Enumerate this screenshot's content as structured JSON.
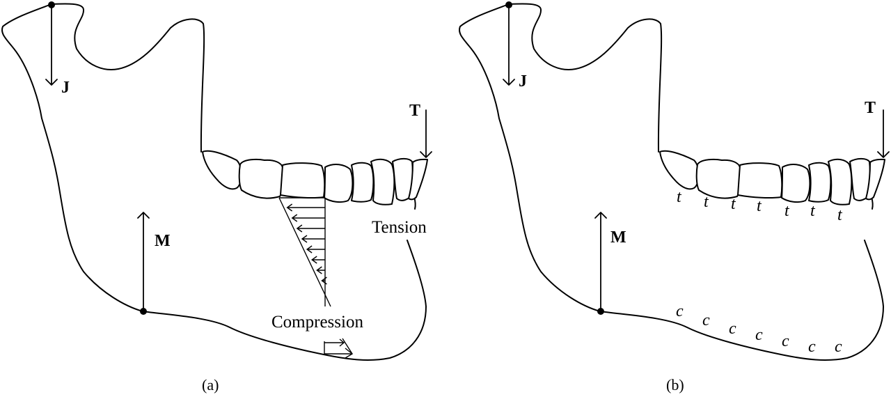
{
  "figure": {
    "panels": [
      {
        "id": "a",
        "caption": "(a)",
        "forces": {
          "joint": "J",
          "tooth": "T",
          "muscle": "M"
        },
        "annotations": {
          "tension": "Tension",
          "compression": "Compression"
        }
      },
      {
        "id": "b",
        "caption": "(b)",
        "forces": {
          "joint": "J",
          "tooth": "T",
          "muscle": "M"
        },
        "tension_marks": [
          "t",
          "t",
          "t",
          "t",
          "t",
          "t",
          "t"
        ],
        "compression_marks": [
          "c",
          "c",
          "c",
          "c",
          "c",
          "c",
          "c"
        ]
      }
    ],
    "colors": {
      "line": "#000000",
      "background": "#ffffff"
    }
  }
}
